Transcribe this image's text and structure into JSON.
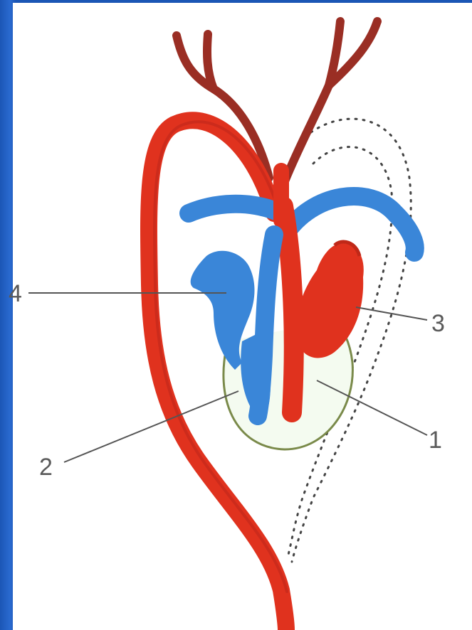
{
  "diagram": {
    "labels": [
      {
        "id": "1",
        "text": "1"
      },
      {
        "id": "2",
        "text": "2"
      },
      {
        "id": "3",
        "text": "3"
      },
      {
        "id": "4",
        "text": "4"
      }
    ]
  },
  "colors": {
    "artery_red": "#e0321e",
    "vein_blue": "#3a86d8",
    "branch_darkred": "#9a2e24",
    "outline": "#7a8a4a",
    "frame_blue": "#1b56b5",
    "leader_line": "#555555"
  }
}
